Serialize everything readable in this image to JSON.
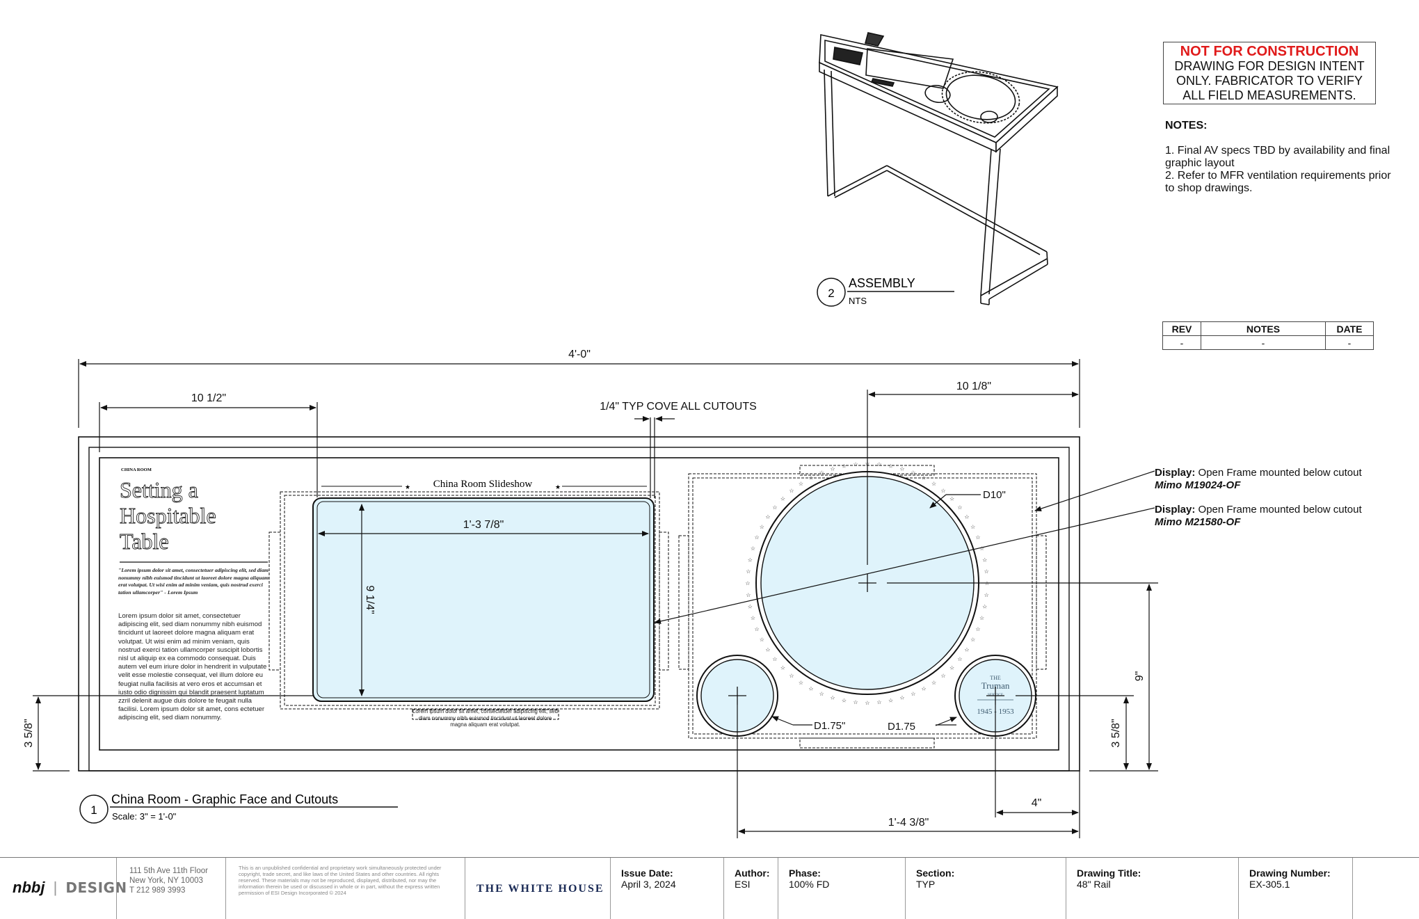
{
  "stamp": {
    "title": "NOT FOR CONSTRUCTION",
    "lines": [
      "DRAWING FOR DESIGN INTENT",
      "ONLY. FABRICATOR TO VERIFY",
      "ALL FIELD MEASUREMENTS."
    ],
    "title_color": "#e01a1a"
  },
  "notes": {
    "heading": "NOTES:",
    "items": [
      "1. Final AV specs TBD by availability and final graphic layout",
      "2. Refer to MFR ventilation requirements prior to shop drawings."
    ]
  },
  "revision_table": {
    "headers": [
      "REV",
      "NOTES",
      "DATE"
    ],
    "rows": [
      [
        "-",
        "-",
        "-"
      ]
    ]
  },
  "assembly": {
    "number": "2",
    "title": "ASSEMBLY",
    "scale": "NTS"
  },
  "plan": {
    "number": "1",
    "title": "China Room - Graphic Face and Cutouts",
    "scale": "Scale: 3\" = 1'-0\"",
    "dimensions": {
      "overall": "4'-0\"",
      "left_offset": "10 1/2\"",
      "right_offset": "10 1/8\"",
      "cove_note": "1/4\" TYP COVE ALL CUTOUTS",
      "screen_width": "1'-3 7/8\"",
      "screen_height": "9 1/4\"",
      "big_circle": "D10\"",
      "small_left_circle": "D1.75\"",
      "small_right_circle": "D1.75",
      "left_height": "3 5/8\"",
      "right_height_low": "3 5/8\"",
      "right_height_high": "9\"",
      "bottom_right": "4\"",
      "bottom_span": "1'-4 3/8\""
    },
    "callouts": [
      {
        "label": "Display:",
        "text": "Open Frame mounted below cutout",
        "model": "Mimo M19024-OF"
      },
      {
        "label": "Display:",
        "text": "Open Frame mounted below cutout",
        "model": "Mimo M21580-OF"
      }
    ],
    "graphic": {
      "kicker": "CHINA ROOM",
      "headline_lines": [
        "Setting a",
        "Hospitable",
        "Table"
      ],
      "quote": "\"Lorem ipsum dolor sit amet, consectetuer adipiscing elit, sed diam nonummy nibh euismod tincidunt ut laoreet dolore magna aliquam erat volutpat. Ut wisi enim ad minim veniam, quis nostrud exerci tation ullamcorper\" - Lorem Ipsum",
      "body": "Lorem ipsum dolor sit amet, consectetuer adipiscing elit, sed diam nonummy nibh euismod tincidunt ut laoreet dolore magna aliquam erat volutpat. Ut wisi enim ad minim veniam, quis nostrud exerci tation ullamcorper suscipit lobortis nisl ut aliquip ex ea commodo consequat. Duis autem vel eum iriure dolor in hendrerit in vulputate velit esse molestie consequat, vel illum dolore eu feugiat nulla facilisis at vero eros et accumsan et iusto odio dignissim qui blandit praesent luptatum zzril delenit augue duis dolore te feugait nulla facilisi. Lorem ipsum dolor sit amet, cons ectetuer adipiscing elit, sed diam nonummy.",
      "slideshow_title": "China Room Slideshow",
      "slideshow_caption": "Lorem ipsum dolor sit amet, consectetuer adipiscing elit, sed diam nonummy nibh euismod tincidunt ut laoreet dolore magna aliquam erat volutpat.",
      "seal_top": "THE",
      "seal_name": "Truman",
      "seal_sub": "SERVICE",
      "seal_years": "1945 - 1953"
    }
  },
  "title_block": {
    "logo_primary": "nbbj",
    "logo_secondary": "DESIGN",
    "address": [
      "111 5th Ave 11th Floor",
      "New York, NY 10003",
      "T 212 989 3993"
    ],
    "legal": "This is an unpublished confidential and proprietary work simultaneously protected under copyright, trade secret, and like laws of the United States and other countries. All rights reserved. These materials may not be reproduced, displayed, distributed, nor may the information therein be used or discussed in whole or in part, without the express written permission of ESI Design Incorporated © 2024",
    "client": "THE WHITE HOUSE",
    "issue_date_label": "Issue Date:",
    "issue_date": "April 3, 2024",
    "author_label": "Author:",
    "author": "ESI",
    "phase_label": "Phase:",
    "phase": "100% FD",
    "section_label": "Section:",
    "section": "TYP",
    "drawing_title_label": "Drawing Title:",
    "drawing_title": "48\" Rail",
    "drawing_number_label": "Drawing Number:",
    "drawing_number": "EX-305.1"
  },
  "colors": {
    "cutout_fill": "#dff3fb",
    "line": "#111111",
    "brand_navy": "#1a2a55"
  }
}
